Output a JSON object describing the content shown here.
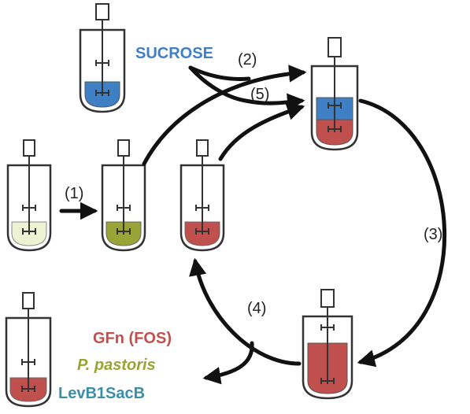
{
  "labels": {
    "sucrose": "SUCROSE",
    "gfn_fos": "GFn (FOS)",
    "p_pastoris": "P. pastoris",
    "levb1sacb": "LevB1SacB"
  },
  "steps": {
    "s1": "(1)",
    "s2": "(2)",
    "s3": "(3)",
    "s4": "(4)",
    "s5": "(5)"
  },
  "colors": {
    "sucrose_blue": "#3f7fc3",
    "fos_red": "#c0504d",
    "pastoris_green": "#9aa436",
    "pale_green": "#eef3d4",
    "levb1sacb_teal": "#3a8fa8",
    "outline": "#333333",
    "arrow": "#111111"
  },
  "icons": {
    "bioreactor": "stirred-tank-bioreactor-icon",
    "arrow": "curved-arrow"
  }
}
